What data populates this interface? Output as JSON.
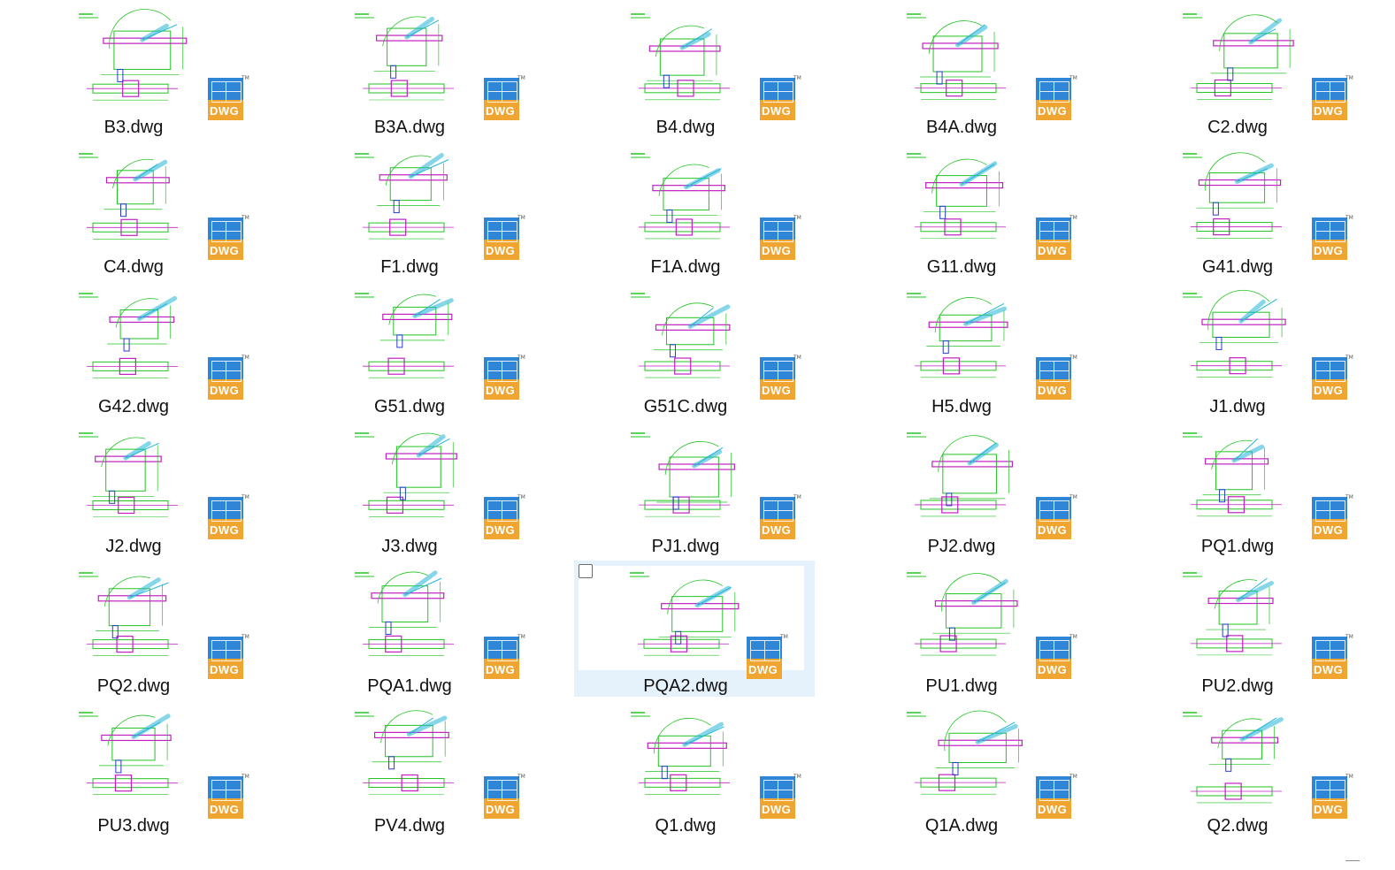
{
  "files": [
    {
      "name": "B3.dwg"
    },
    {
      "name": "B3A.dwg"
    },
    {
      "name": "B4.dwg"
    },
    {
      "name": "B4A.dwg"
    },
    {
      "name": "C2.dwg"
    },
    {
      "name": "C4.dwg"
    },
    {
      "name": "F1.dwg"
    },
    {
      "name": "F1A.dwg"
    },
    {
      "name": "G11.dwg"
    },
    {
      "name": "G41.dwg"
    },
    {
      "name": "G42.dwg"
    },
    {
      "name": "G51.dwg"
    },
    {
      "name": "G51C.dwg"
    },
    {
      "name": "H5.dwg"
    },
    {
      "name": "J1.dwg"
    },
    {
      "name": "J2.dwg"
    },
    {
      "name": "J3.dwg"
    },
    {
      "name": "PJ1.dwg"
    },
    {
      "name": "PJ2.dwg"
    },
    {
      "name": "PQ1.dwg"
    },
    {
      "name": "PQ2.dwg"
    },
    {
      "name": "PQA1.dwg"
    },
    {
      "name": "PQA2.dwg",
      "selected": true
    },
    {
      "name": "PU1.dwg"
    },
    {
      "name": "PU2.dwg"
    },
    {
      "name": "PU3.dwg"
    },
    {
      "name": "PV4.dwg"
    },
    {
      "name": "Q1.dwg"
    },
    {
      "name": "Q1A.dwg"
    },
    {
      "name": "Q2.dwg"
    }
  ],
  "icon": {
    "label": "DWG",
    "trademark": "TM",
    "name": "dwg-file-icon"
  },
  "colors": {
    "selection": "#e5f1fb",
    "cad_green": "#22c422",
    "cad_magenta": "#c020c0",
    "cad_cyan": "#23b5d6",
    "cad_blue": "#2a3cd0",
    "icon_blue": "#2f86d6",
    "icon_orange": "#f0a531"
  }
}
